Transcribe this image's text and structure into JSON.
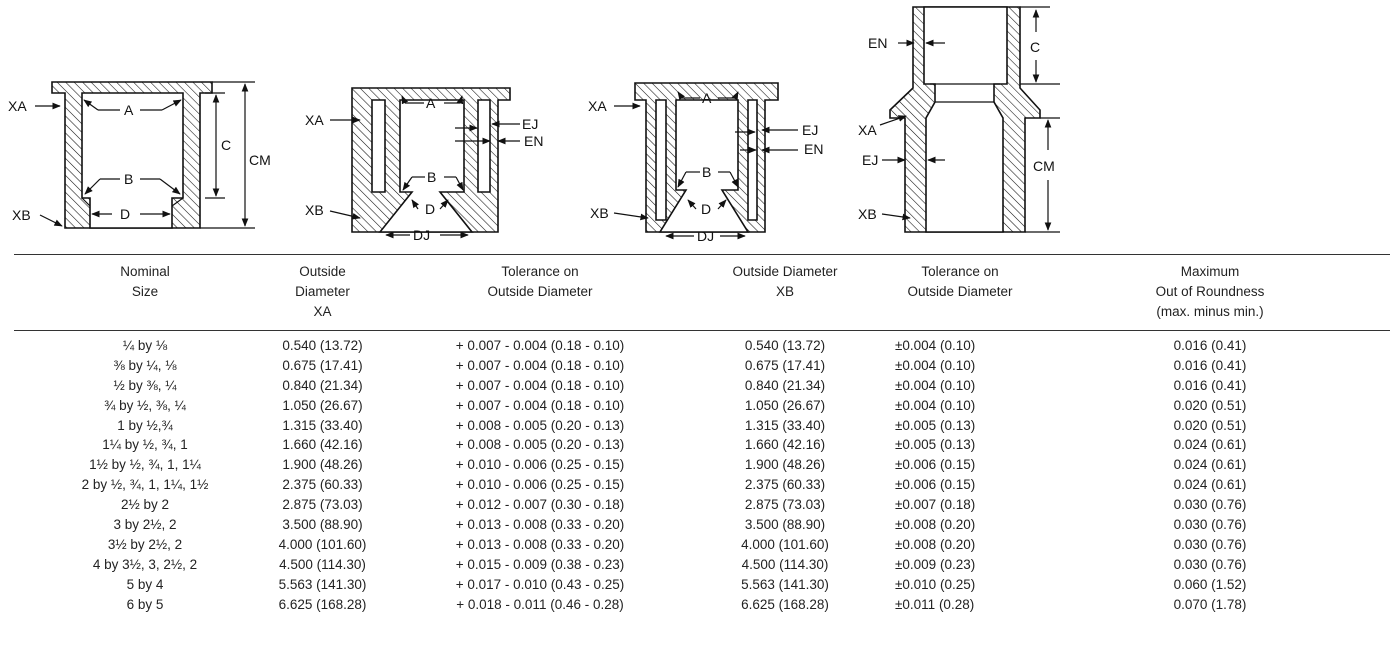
{
  "figure": {
    "labels": {
      "XA": "XA",
      "XB": "XB",
      "A": "A",
      "B": "B",
      "C": "C",
      "CM": "CM",
      "D": "D",
      "DJ": "DJ",
      "EJ": "EJ",
      "EN": "EN"
    }
  },
  "table": {
    "headers": [
      [
        "Nominal",
        "Size"
      ],
      [
        "Outside",
        "Diameter",
        "XA"
      ],
      [
        "Tolerance on",
        "Outside Diameter"
      ],
      [
        "Outside Diameter",
        "XB"
      ],
      [
        "Tolerance on",
        "Outside Diameter"
      ],
      [
        "Maximum",
        "Out of Roundness",
        "(max. minus min.)"
      ]
    ],
    "rows": [
      [
        "¼ by ⅛",
        "0.540 (13.72)",
        "+ 0.007 - 0.004 (0.18 - 0.10)",
        "0.540 (13.72)",
        "±0.004 (0.10)",
        "0.016 (0.41)"
      ],
      [
        "⅜ by ¼, ⅛",
        "0.675 (17.41)",
        "+ 0.007 - 0.004 (0.18 - 0.10)",
        "0.675 (17.41)",
        "±0.004 (0.10)",
        "0.016 (0.41)"
      ],
      [
        "½ by ⅜, ¼",
        "0.840 (21.34)",
        "+ 0.007 - 0.004 (0.18 - 0.10)",
        "0.840 (21.34)",
        "±0.004 (0.10)",
        "0.016 (0.41)"
      ],
      [
        "¾ by ½, ⅜, ¼",
        "1.050 (26.67)",
        "+ 0.007 - 0.004 (0.18 - 0.10)",
        "1.050 (26.67)",
        "±0.004 (0.10)",
        "0.020 (0.51)"
      ],
      [
        "1 by ½,¾",
        "1.315 (33.40)",
        "+ 0.008 - 0.005 (0.20 - 0.13)",
        "1.315 (33.40)",
        "±0.005 (0.13)",
        "0.020 (0.51)"
      ],
      [
        "1¼ by ½, ¾, 1",
        "1.660 (42.16)",
        "+ 0.008 - 0.005 (0.20 - 0.13)",
        "1.660 (42.16)",
        "±0.005 (0.13)",
        "0.024 (0.61)"
      ],
      [
        "1½ by ½, ¾, 1, 1¼",
        "1.900 (48.26)",
        "+ 0.010 - 0.006 (0.25 - 0.15)",
        "1.900 (48.26)",
        "±0.006 (0.15)",
        "0.024 (0.61)"
      ],
      [
        "2 by ½, ¾, 1, 1¼, 1½",
        "2.375 (60.33)",
        "+ 0.010 - 0.006 (0.25 - 0.15)",
        "2.375 (60.33)",
        "±0.006 (0.15)",
        "0.024 (0.61)"
      ],
      [
        "2½ by 2",
        "2.875 (73.03)",
        "+ 0.012 - 0.007 (0.30 - 0.18)",
        "2.875 (73.03)",
        "±0.007 (0.18)",
        "0.030 (0.76)"
      ],
      [
        "3 by 2½, 2",
        "3.500 (88.90)",
        "+ 0.013 - 0.008 (0.33 - 0.20)",
        "3.500 (88.90)",
        "±0.008 (0.20)",
        "0.030 (0.76)"
      ],
      [
        "3½ by 2½, 2",
        "4.000 (101.60)",
        "+ 0.013 - 0.008 (0.33 - 0.20)",
        "4.000 (101.60)",
        "±0.008 (0.20)",
        "0.030 (0.76)"
      ],
      [
        "4 by 3½, 3, 2½, 2",
        "4.500 (114.30)",
        "+ 0.015 - 0.009 (0.38 - 0.23)",
        "4.500 (114.30)",
        "±0.009 (0.23)",
        "0.030 (0.76)"
      ],
      [
        "5 by 4",
        "5.563 (141.30)",
        "+ 0.017 - 0.010 (0.43 - 0.25)",
        "5.563 (141.30)",
        "±0.010 (0.25)",
        "0.060 (1.52)"
      ],
      [
        "6 by 5",
        "6.625 (168.28)",
        "+ 0.018 - 0.011 (0.46 - 0.28)",
        "6.625 (168.28)",
        "±0.011 (0.28)",
        "0.070 (1.78)"
      ]
    ]
  }
}
